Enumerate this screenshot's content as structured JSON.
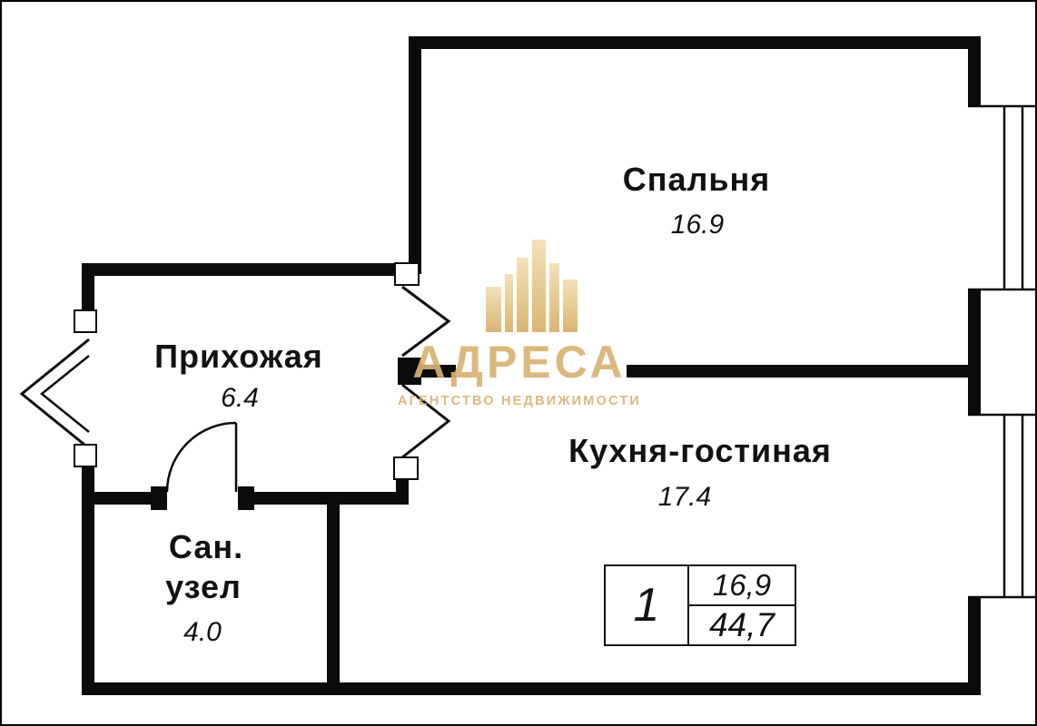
{
  "floorplan": {
    "rooms": [
      {
        "name": "Спальня",
        "area": "16.9"
      },
      {
        "name": "Прихожая",
        "area": "6.4"
      },
      {
        "name": "Кухня-гостиная",
        "area": "17.4"
      },
      {
        "name_line1": "Сан.",
        "name_line2": "узел",
        "area": "4.0"
      }
    ],
    "stamp": {
      "room_count": "1",
      "living_area": "16,9",
      "total_area": "44,7"
    },
    "watermark": {
      "title": "АДРЕСА",
      "subtitle": "АГЕНТСТВО НЕДВИЖИМОСТИ",
      "gold_color": "#d9b273"
    },
    "wall_color": "#0b0b0b"
  }
}
